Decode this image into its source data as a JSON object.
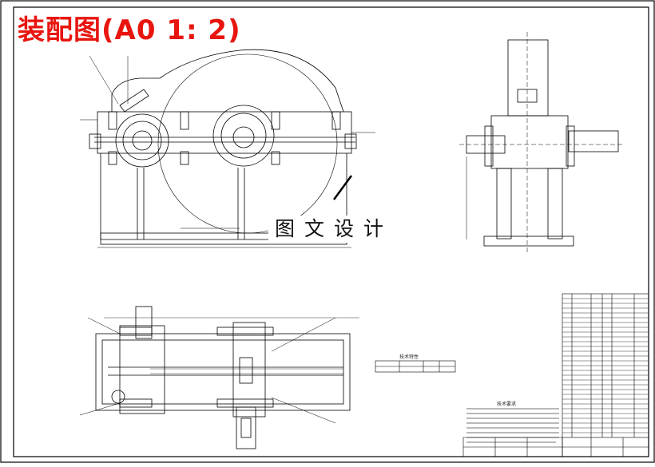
{
  "header": {
    "title": "装配图(A0 1: 2)"
  },
  "watermark": {
    "text": "图文设计"
  },
  "colors": {
    "title": "#e8150f",
    "line": "#000000"
  },
  "table_captions": {
    "tech_features": "技术特性",
    "tech_requirements": "技术要求"
  }
}
